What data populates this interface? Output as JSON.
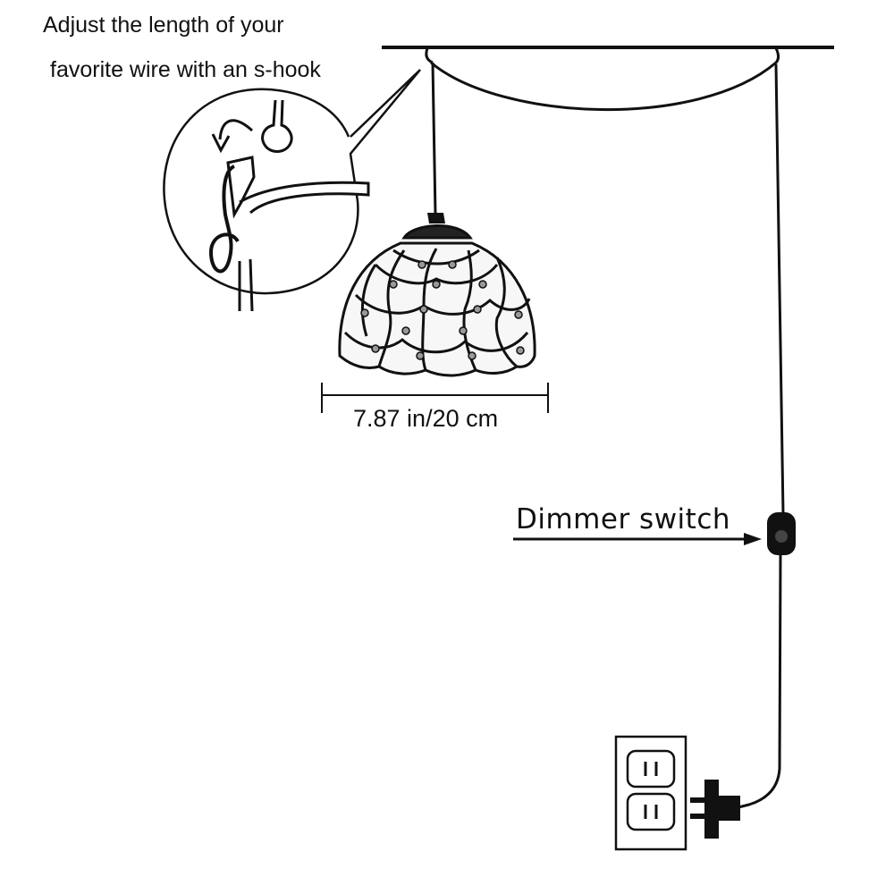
{
  "callout": {
    "line1": "Adjust the length of your",
    "line2": "favorite wire with an s-hook"
  },
  "dimension": {
    "label": "7.87 in/20 cm"
  },
  "switch": {
    "label": "Dimmer switch"
  },
  "colors": {
    "ink": "#111111",
    "glass": "#f7f7f7",
    "background": "#ffffff"
  },
  "icons": [
    "s-hook-icon",
    "eye-hook-icon",
    "pendant-lamp-icon",
    "dimmer-switch-icon",
    "wall-outlet-icon",
    "plug-icon"
  ]
}
